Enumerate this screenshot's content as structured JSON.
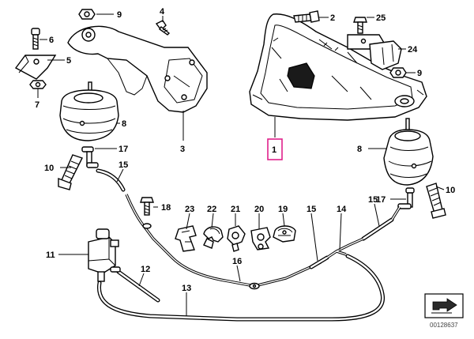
{
  "diagram": {
    "callouts": [
      "9",
      "4",
      "2",
      "25",
      "6",
      "5",
      "24",
      "9",
      "7",
      "8",
      "1",
      "3",
      "17",
      "8",
      "10",
      "15",
      "10",
      "17",
      "15",
      "18",
      "23",
      "22",
      "21",
      "20",
      "19",
      "15",
      "14",
      "11",
      "16",
      "12",
      "13"
    ],
    "highlighted_callout": "1",
    "doc_id": "00128637",
    "colors": {
      "highlight": "#e0218a",
      "ink": "#000000",
      "background": "#ffffff"
    }
  }
}
